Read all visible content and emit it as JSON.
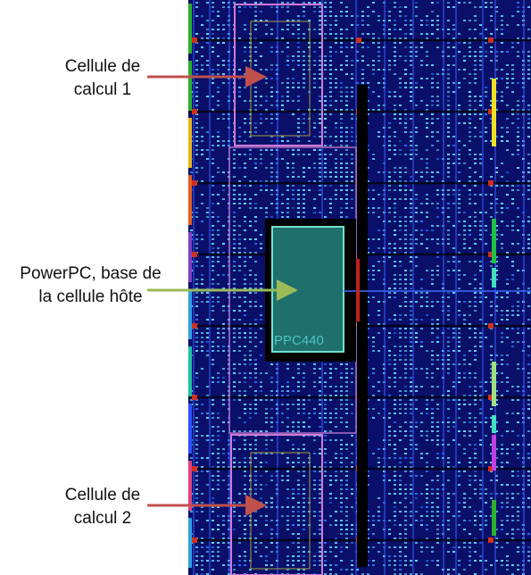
{
  "annotations": [
    {
      "id": "cell1",
      "line1": "Cellule  de",
      "line2": "calcul 1",
      "arrow_color": "#c0504d"
    },
    {
      "id": "ppc",
      "line1": "PowerPC, base de",
      "line2": "la cellule hôte",
      "arrow_color": "#9bbb59"
    },
    {
      "id": "cell2",
      "line1": "Cellule  de",
      "line2": "calcul 2",
      "arrow_color": "#c0504d"
    }
  ],
  "fpga": {
    "ppc_label": "PPC440",
    "colors": {
      "background": "#0a0f6a",
      "grid": "#3a5cff",
      "cells": "#63dcff",
      "region_border": "#d07ad8",
      "ppc_fill": "#1f6f6c",
      "ppc_border": "#6fe3d0"
    }
  }
}
